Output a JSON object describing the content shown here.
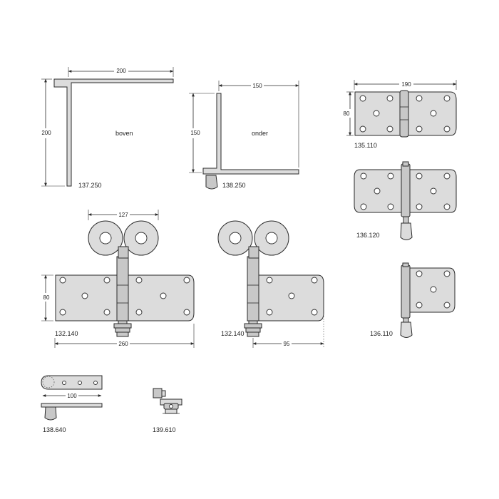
{
  "labels": {
    "p137250": "137.250",
    "p138250": "138.250",
    "p135110": "135.110",
    "p136120": "136.120",
    "p132140a": "132.140",
    "p132140b": "132.140",
    "p136110": "136.110",
    "p138640": "138.640",
    "p139610": "139.610",
    "boven": "boven",
    "onder": "onder"
  },
  "dimensions": {
    "d137_w": "200",
    "d137_h": "200",
    "d138_w": "150",
    "d138_h": "150",
    "d135_w": "190",
    "d135_h": "80",
    "d132_wheels": "127",
    "d132_h": "80",
    "d132_w": "260",
    "d132b_off": "95",
    "d138640_w": "100"
  },
  "colors": {
    "metal": "#dcdcdc",
    "outline": "#2a2a2a"
  }
}
